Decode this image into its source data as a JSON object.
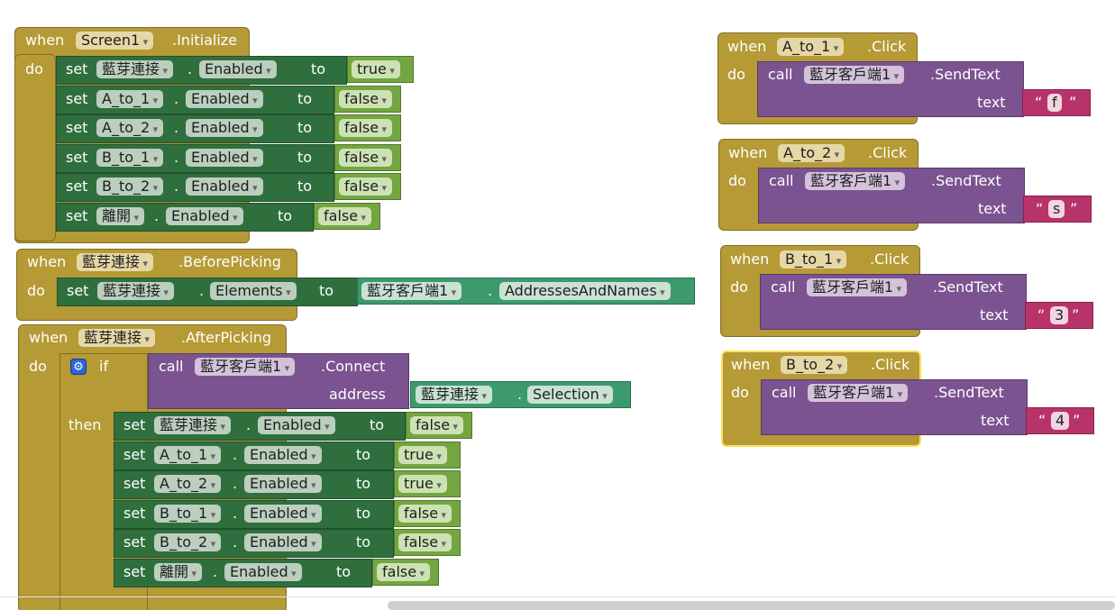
{
  "kw": {
    "when": "when",
    "do": "do",
    "set": "set",
    "to": "to",
    "call": "call",
    "if": "if",
    "then": "then",
    "address": "address",
    "text": "text"
  },
  "ev1": {
    "component": "Screen1",
    "event": ".Initialize"
  },
  "ev1_rows": [
    {
      "component": "藍芽連接",
      "property": "Enabled",
      "value": "true"
    },
    {
      "component": "A_to_1",
      "property": "Enabled",
      "value": "false"
    },
    {
      "component": "A_to_2",
      "property": "Enabled",
      "value": "false"
    },
    {
      "component": "B_to_1",
      "property": "Enabled",
      "value": "false"
    },
    {
      "component": "B_to_2",
      "property": "Enabled",
      "value": "false"
    },
    {
      "component": "離開",
      "property": "Enabled",
      "value": "false"
    }
  ],
  "ev2": {
    "component": "藍芽連接",
    "event": ".BeforePicking",
    "set_component": "藍芽連接",
    "set_property": "Elements",
    "src_component": "藍牙客戶端1",
    "src_property": "AddressesAndNames"
  },
  "ev3": {
    "component": "藍芽連接",
    "event": ".AfterPicking",
    "call_component": "藍牙客戶端1",
    "call_method": ".Connect",
    "addr_component": "藍芽連接",
    "addr_property": "Selection"
  },
  "ev3_rows": [
    {
      "component": "藍芽連接",
      "property": "Enabled",
      "value": "false"
    },
    {
      "component": "A_to_1",
      "property": "Enabled",
      "value": "true"
    },
    {
      "component": "A_to_2",
      "property": "Enabled",
      "value": "true"
    },
    {
      "component": "B_to_1",
      "property": "Enabled",
      "value": "false"
    },
    {
      "component": "B_to_2",
      "property": "Enabled",
      "value": "false"
    },
    {
      "component": "離開",
      "property": "Enabled",
      "value": "false"
    }
  ],
  "clicks": [
    {
      "component": "A_to_1",
      "event": ".Click",
      "call_component": "藍牙客戶端1",
      "method": ".SendText",
      "text": "f"
    },
    {
      "component": "A_to_2",
      "event": ".Click",
      "call_component": "藍牙客戶端1",
      "method": ".SendText",
      "text": "s"
    },
    {
      "component": "B_to_1",
      "event": ".Click",
      "call_component": "藍牙客戶端1",
      "method": ".SendText",
      "text": "3"
    },
    {
      "component": "B_to_2",
      "event": ".Click",
      "call_component": "藍牙客戶端1",
      "method": ".SendText",
      "text": "4"
    }
  ],
  "string_quote_open": "“",
  "string_quote_close": "”",
  "colors": {
    "event": "#b59a36",
    "setter": "#2f6f3e",
    "call": "#7b5390",
    "logic": "#73a640",
    "text": "#b8336a",
    "component_getter": "#3c9a6d",
    "selected_outline": "#ffe05a"
  }
}
